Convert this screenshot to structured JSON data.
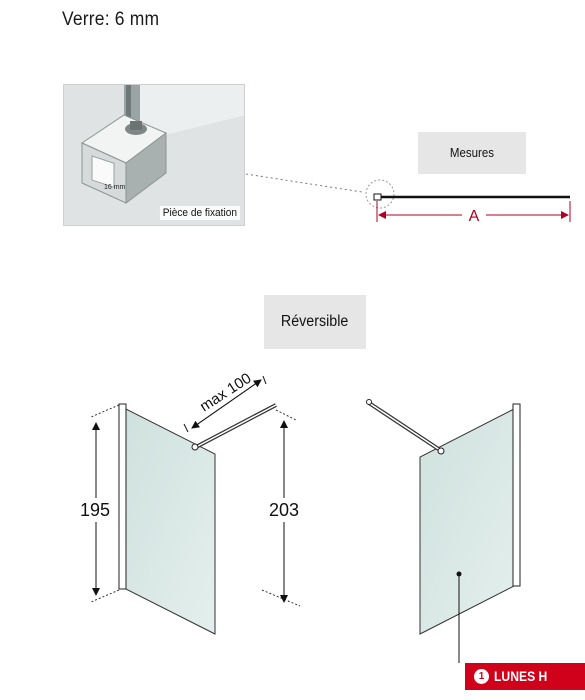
{
  "spec": {
    "glass_label": "Verre:  6 mm"
  },
  "photo": {
    "caption": "Pièce de fixation",
    "dimension_label": "16 mm"
  },
  "measures": {
    "label": "Mesures",
    "dimension_letter": "A"
  },
  "reversible": {
    "label": "Réversible"
  },
  "dimensions": {
    "support_bar": "max 100",
    "panel_height": "195",
    "total_height": "203"
  },
  "badge": {
    "number": "1",
    "text": "LUNES H",
    "color": "#d0021b"
  }
}
